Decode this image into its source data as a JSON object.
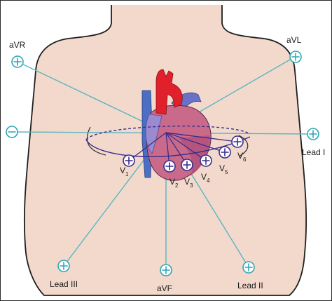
{
  "limb_leads": {
    "avr": "aVR",
    "avl": "aVL",
    "lead_i": "Lead I",
    "lead_ii": "Lead II",
    "lead_iii": "Lead III",
    "avf": "aVF"
  },
  "precordial_leads": [
    "V",
    "V",
    "V",
    "V",
    "V",
    "V"
  ],
  "precordial_subscripts": [
    "1",
    "2",
    "3",
    "4",
    "5",
    "6"
  ],
  "colors": {
    "skin": "#f2d9cc",
    "lead_line": "#5ab6c0",
    "electrode": "#2fa6b4",
    "chest_electrode": "#3a2c8c",
    "aorta": "#e0202a",
    "vena_cava": "#4a6fc4",
    "heart_body": "#c96a8a"
  }
}
